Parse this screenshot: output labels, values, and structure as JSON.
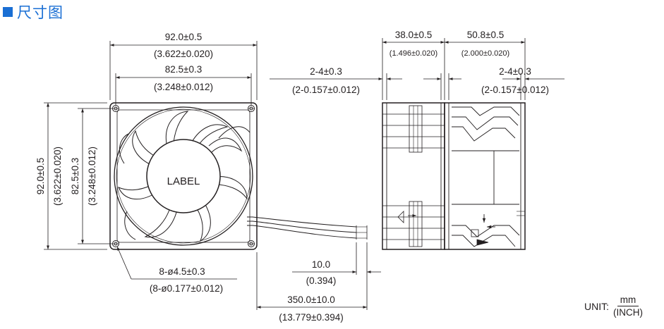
{
  "heading": {
    "title": "尺寸图"
  },
  "front_view": {
    "width_mm": "92.0±0.5",
    "width_in": "(3.622±0.020)",
    "hole_pitch_mm": "82.5±0.3",
    "hole_pitch_in": "(3.248±0.012)",
    "height_mm": "92.0±0.5",
    "height_in": "(3.622±0.020)",
    "v_hole_pitch_mm": "82.5±0.3",
    "v_hole_pitch_in": "(3.248±0.012)",
    "label": "LABEL",
    "holes_mm": "8-ø4.5±0.3",
    "holes_in": "(8-ø0.177±0.012)"
  },
  "lead_wire": {
    "length_mm": "350.0±10.0",
    "length_in": "(13.779±0.394)",
    "strip_mm": "10.0",
    "strip_in": "(0.394)"
  },
  "side_view": {
    "depth_left_mm": "38.0±0.5",
    "depth_left_in": "(1.496±0.020)",
    "depth_right_mm": "50.8±0.5",
    "depth_right_in": "(2.000±0.020)",
    "flange_left_mm": "2-4±0.3",
    "flange_left_in": "(2-0.157±0.012)",
    "flange_right_mm": "2-4±0.3",
    "flange_right_in": "(2-0.157±0.012)"
  },
  "unit": {
    "prefix": "UNIT:",
    "numerator": "mm",
    "denominator": "(INCH)"
  }
}
